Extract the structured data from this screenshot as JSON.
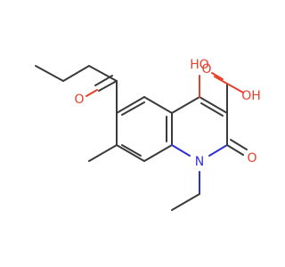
{
  "molecule": {
    "atoms": {
      "o_ketone": "O",
      "o_hydroxy": "HO",
      "o_acid_dbl": "O",
      "o_acid_oh": "OH",
      "o_lactam": "O",
      "n_ring": "N"
    },
    "colors": {
      "bond": "#3a3a3a",
      "oxygen": "#e8402a",
      "nitrogen": "#2f2fd8"
    }
  }
}
